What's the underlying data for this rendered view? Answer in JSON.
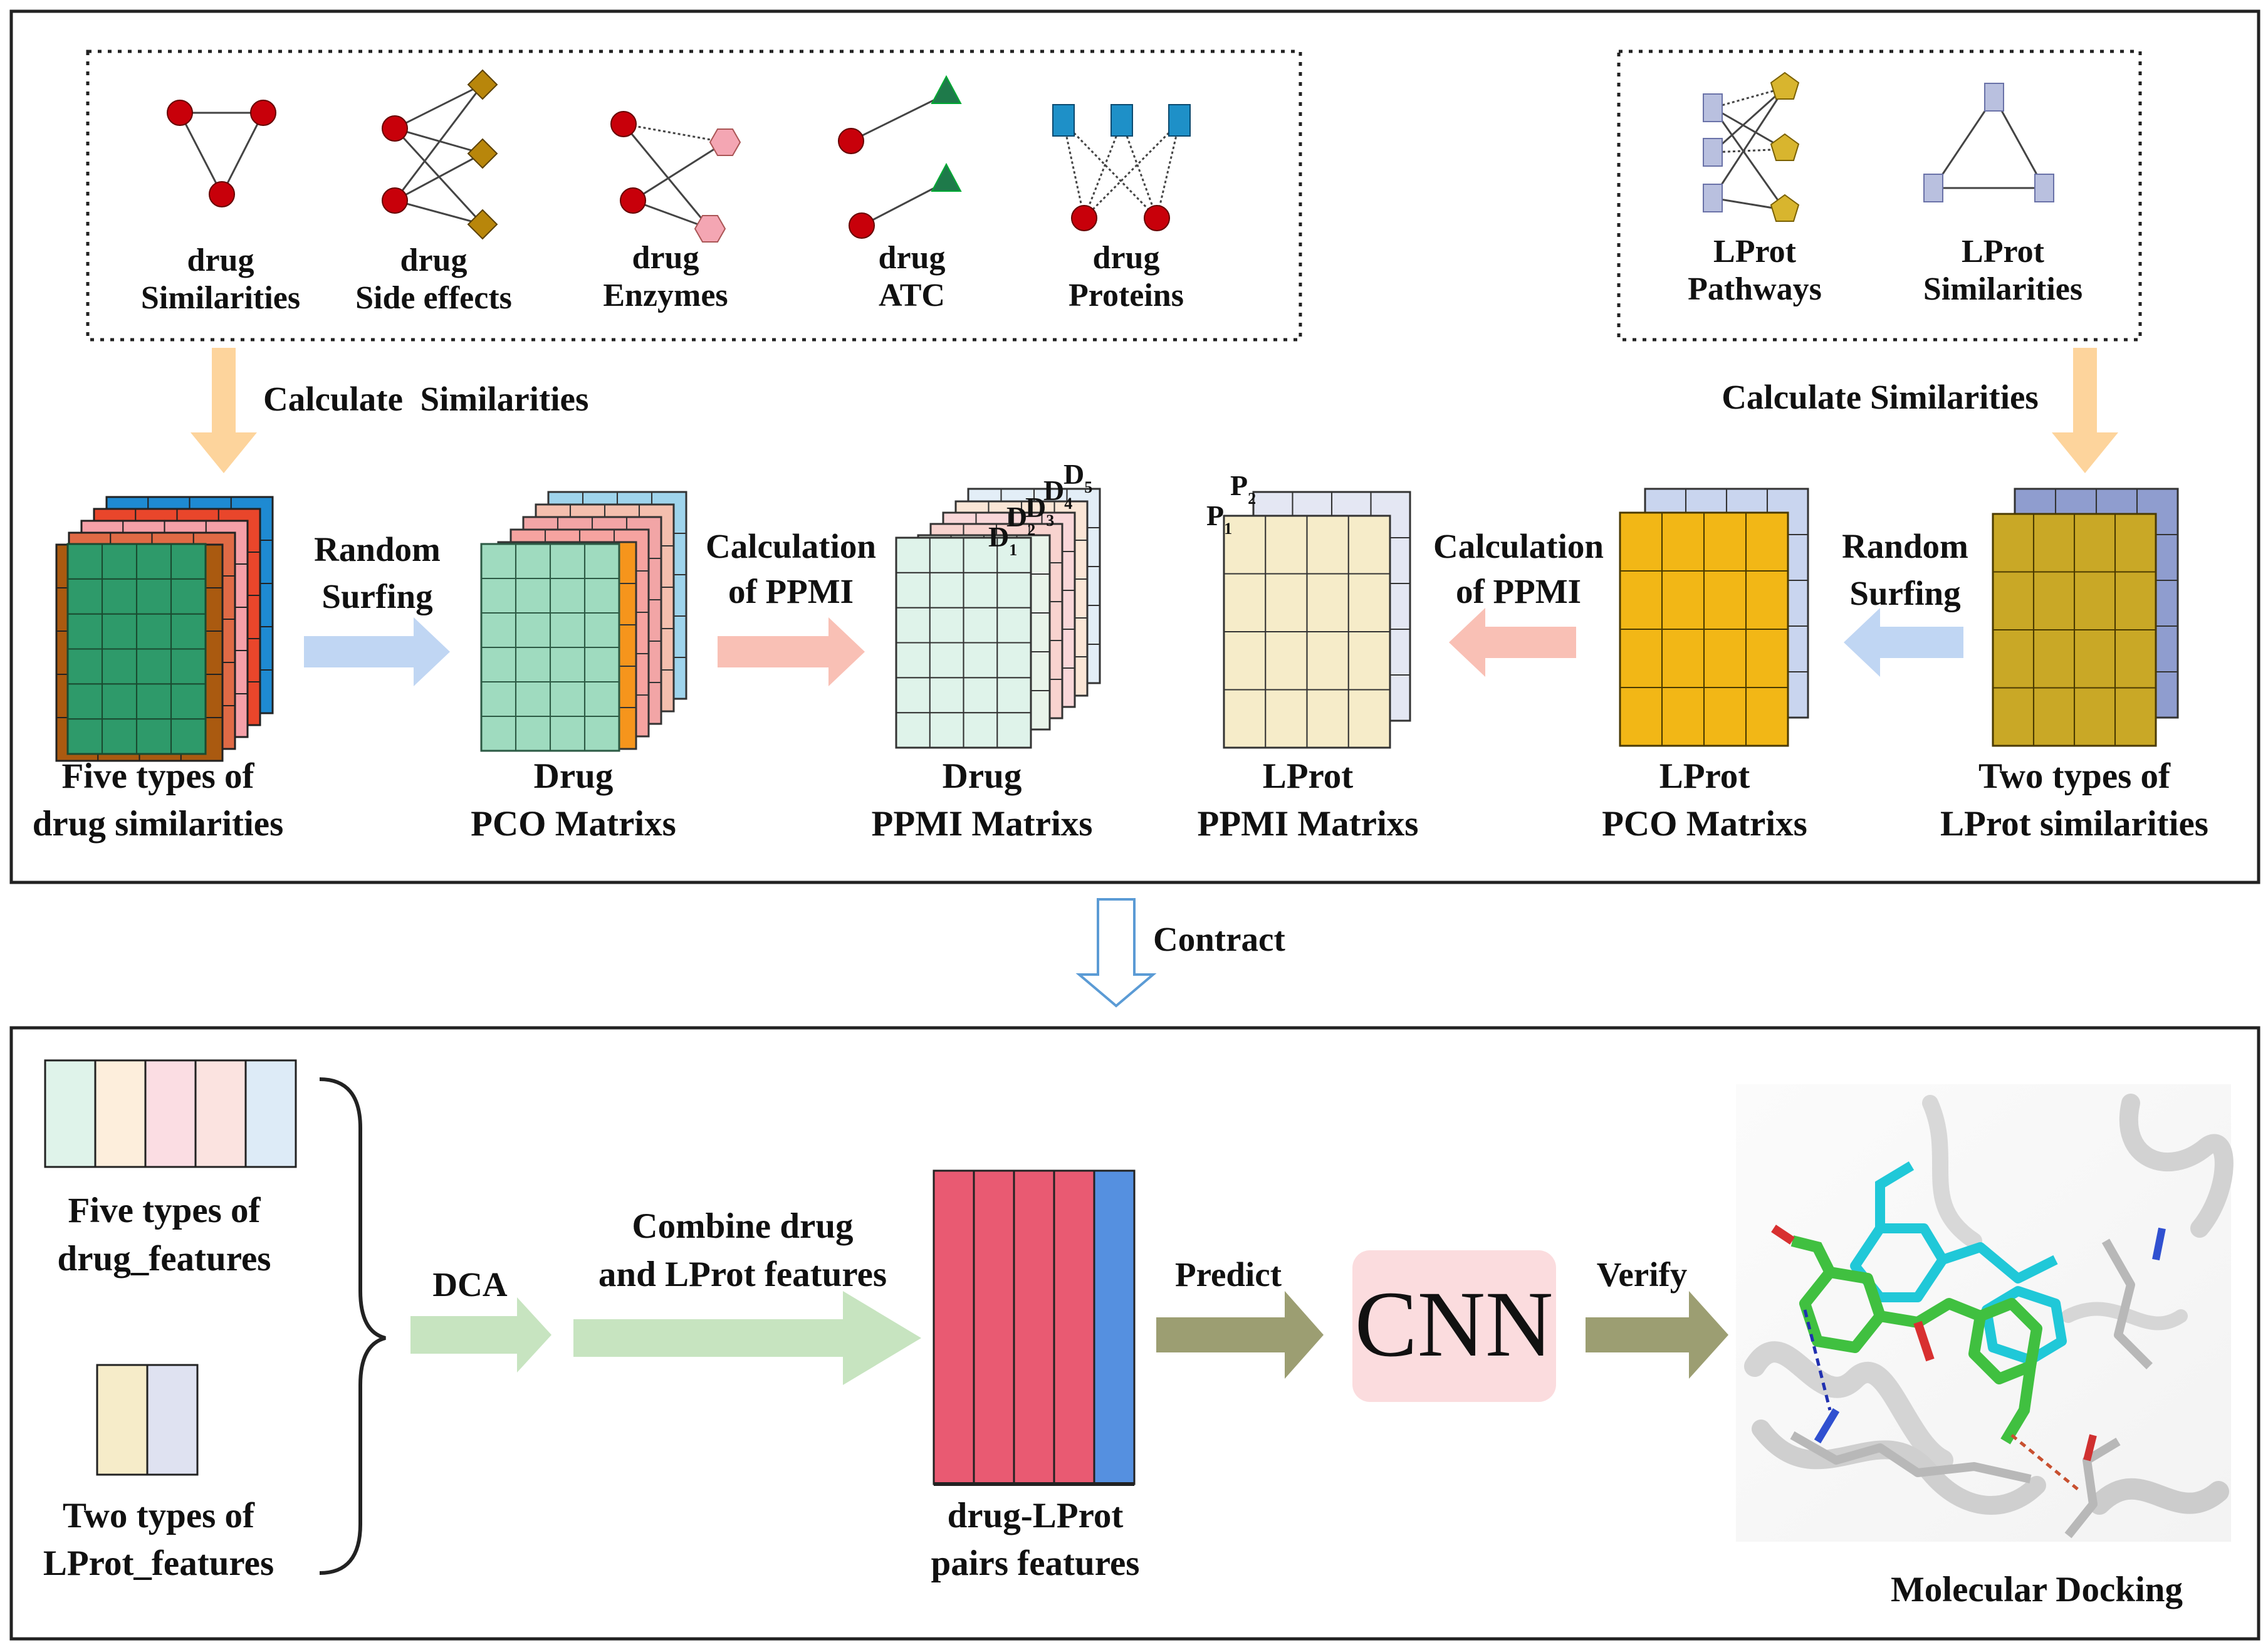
{
  "top_panel": {
    "drug_sources": [
      {
        "line1": "drug",
        "line2": "Similarities"
      },
      {
        "line1": "drug",
        "line2": "Side effects"
      },
      {
        "line1": "drug",
        "line2": "Enzymes"
      },
      {
        "line1": "drug",
        "line2": "ATC"
      },
      {
        "line1": "drug",
        "line2": "Proteins"
      }
    ],
    "lprot_sources": [
      {
        "line1": "LProt",
        "line2": "Pathways"
      },
      {
        "line1": "LProt",
        "line2": "Similarities"
      }
    ],
    "calc_sim_left": "Calculate  Similarities",
    "calc_sim_right": "Calculate Similarities",
    "random_surfing": {
      "line1": "Random",
      "line2": "Surfing"
    },
    "calc_ppmi": {
      "line1": "Calculation",
      "line2": "of PPMI"
    },
    "matrix_labels": {
      "drug_sims": {
        "line1": "Five types of",
        "line2": "drug similarities"
      },
      "drug_pco": {
        "line1": "Drug",
        "line2": "PCO Matrixs"
      },
      "drug_ppmi": {
        "line1": "Drug",
        "line2": "PPMI Matrixs"
      },
      "lprot_ppmi": {
        "line1": "LProt",
        "line2": "PPMI Matrixs"
      },
      "lprot_pco": {
        "line1": "LProt",
        "line2": "PCO Matrixs"
      },
      "lprot_sims": {
        "line1": "Two types of",
        "line2": "LProt similarities"
      }
    },
    "ppmi_layer_labels": {
      "drug": [
        {
          "base": "D",
          "sub": "1"
        },
        {
          "base": "D",
          "sub": "2"
        },
        {
          "base": "D",
          "sub": "3"
        },
        {
          "base": "D",
          "sub": "4"
        },
        {
          "base": "D",
          "sub": "5"
        }
      ],
      "lprot": [
        {
          "base": "P",
          "sub": "1"
        },
        {
          "base": "P",
          "sub": "2"
        }
      ]
    }
  },
  "contract_label": "Contract",
  "bottom_panel": {
    "drug_features": {
      "line1": "Five types of",
      "line2": "drug_features"
    },
    "lprot_features": {
      "line1": "Two types of",
      "line2": "LProt_features"
    },
    "dca": "DCA",
    "combine": {
      "line1": "Combine drug",
      "line2": "and LProt features"
    },
    "pairs": {
      "line1": "drug-LProt",
      "line2": "pairs features"
    },
    "predict": "Predict",
    "cnn": "CNN",
    "verify": "Verify",
    "docking": "Molecular Docking"
  },
  "colors": {
    "drug_node": "#c8000a",
    "side_effect": "#b8860b",
    "enzyme": "#f4a6b3",
    "atc": "#1e7a4a",
    "protein": "#1e90c8",
    "lprot_node": "#b9c0df",
    "pathway": "#d8b52e",
    "arrow_orange": "#fdd49c",
    "arrow_blue": "#c0d6f3",
    "arrow_pink": "#f9c0b5",
    "arrow_green": "#c7e4c0",
    "arrow_olive": "#9c9e72",
    "cnn_box": "#fbdcde",
    "pair_red": "#e95a72",
    "pair_blue": "#5590e0"
  }
}
